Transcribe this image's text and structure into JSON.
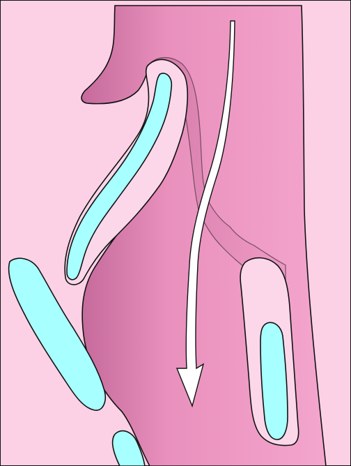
{
  "illustration": {
    "subject": "",
    "colors": {
      "background_tissue": "#fcd1e6",
      "lumen_light": "#f4a6cd",
      "lumen_mid": "#e990bd",
      "lumen_dark": "#c56a9b",
      "glands": "#a8ffff",
      "gland_rim": "#fcd7ea",
      "outline": "#111111",
      "arrow": "#ffffff"
    },
    "elements": [
      "background-tissue",
      "lumen",
      "fold-ridge",
      "upper-left-gland",
      "lower-left-gland",
      "bottom-gland",
      "right-gland",
      "flow-arrow"
    ],
    "arrow_direction": "down"
  }
}
